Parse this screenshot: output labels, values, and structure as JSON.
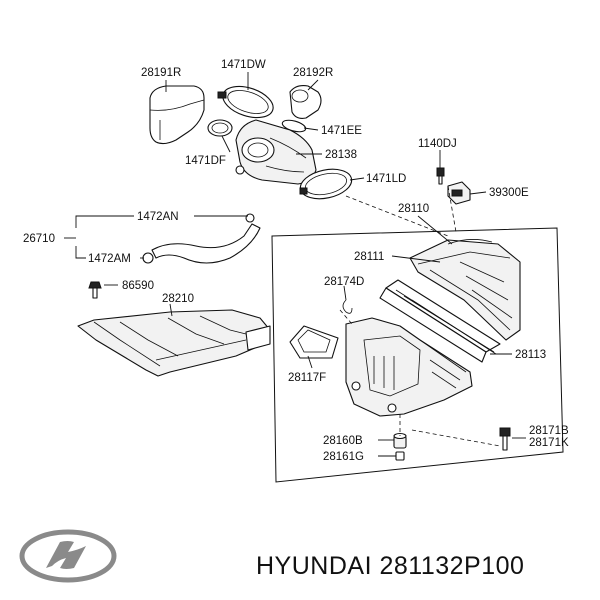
{
  "diagram": {
    "labels": {
      "p28191R": "28191R",
      "p1471DW": "1471DW",
      "p28192R": "28192R",
      "p1471EE": "1471EE",
      "p1471DF": "1471DF",
      "p28138": "28138",
      "p1140DJ": "1140DJ",
      "p1471LD": "1471LD",
      "p39300E": "39300E",
      "p28110": "28110",
      "p1472AN": "1472AN",
      "p26710": "26710",
      "p28111": "28111",
      "p1472AM": "1472AM",
      "p86590": "86590",
      "p28174D": "28174D",
      "p28210": "28210",
      "p28113": "28113",
      "p28117F": "28117F",
      "p28171B": "28171B",
      "p28171K": "28171K",
      "p28160B": "28160B",
      "p28161G": "28161G"
    }
  },
  "brand": {
    "logo_lettering": "H",
    "title": "HYUNDAI 281132P100"
  }
}
